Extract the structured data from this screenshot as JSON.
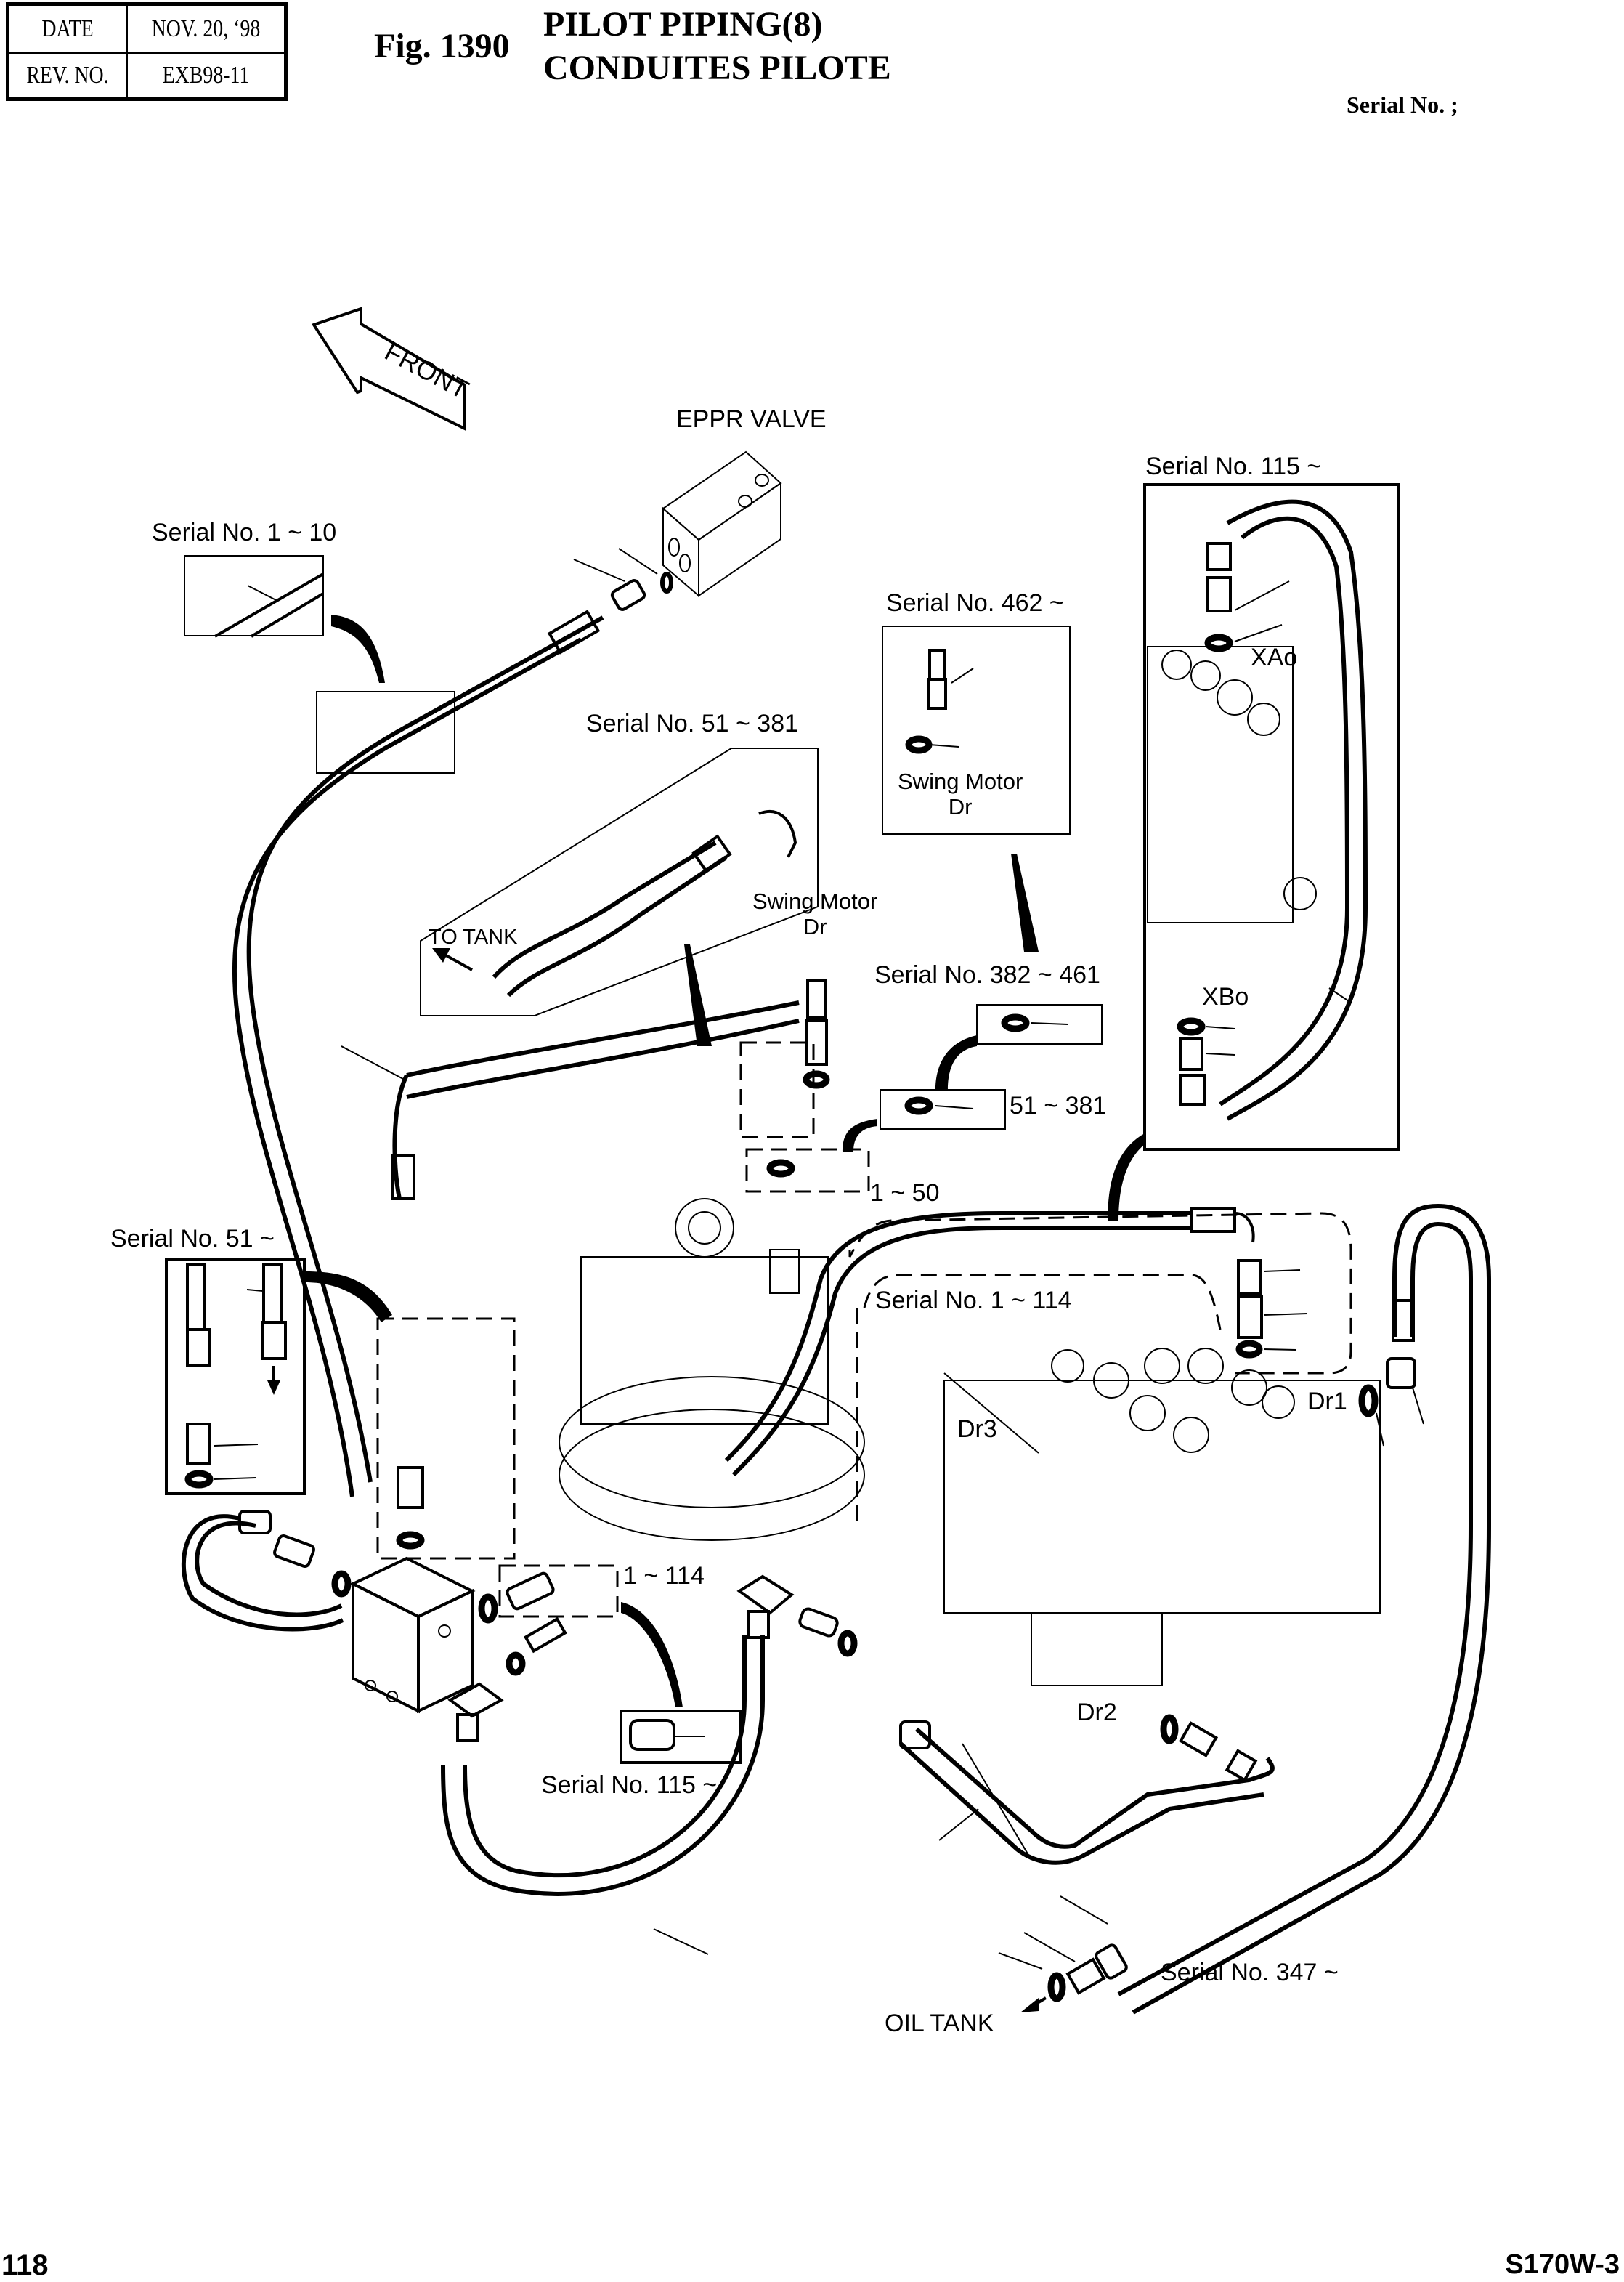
{
  "header": {
    "date_label": "DATE",
    "date_value": "NOV. 20, ‘98",
    "rev_label": "REV. NO.",
    "rev_value": "EXB98-11",
    "figure_number": "Fig. 1390",
    "title_line1": "PILOT PIPING(8)",
    "title_line2": "CONDUITES PILOTE",
    "serial_note": "Serial No. ;"
  },
  "diagram": {
    "front_arrow": "FRONT",
    "labels": {
      "eppr_valve": "EPPR VALVE",
      "serial_1_10": "Serial No. 1 ~ 10",
      "serial_51_381": "Serial No. 51 ~  381",
      "to_tank": "TO TANK",
      "swing_motor_dr_a_line1": "Swing Motor",
      "swing_motor_dr_a_line2": "Dr",
      "serial_462": "Serial No. 462 ~",
      "swing_motor_dr_b_line1": "Swing Motor",
      "swing_motor_dr_b_line2": "Dr",
      "serial_115_top": "Serial No. 115 ~",
      "xao": "XAo",
      "xbo": "XBo",
      "serial_382_461": "Serial No. 382 ~ 461",
      "range_51_381": "51 ~ 381",
      "range_1_50": "1 ~ 50",
      "serial_51": "Serial No. 51 ~",
      "serial_1_114": "Serial No. 1 ~ 114",
      "dr3": "Dr3",
      "dr1": "Dr1",
      "range_1_114": "1 ~ 114",
      "serial_115_bottom": "Serial No. 115 ~",
      "dr2": "Dr2",
      "serial_347": "Serial No. 347 ~",
      "oil_tank": "OIL TANK"
    }
  },
  "footer": {
    "page_number": "118",
    "model": "S170W-3"
  }
}
